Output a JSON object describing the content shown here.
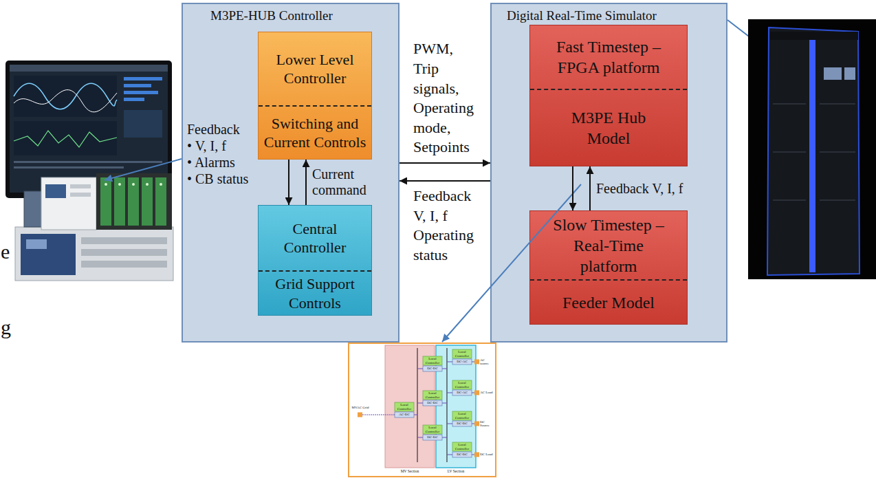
{
  "diagram": {
    "nodes": [
      {
        "text": [
          "M3PE-HUB Controller"
        ]
      },
      {
        "text": [
          "Lower Level Controller",
          "Switching and Current Controls"
        ],
        "in": 0
      },
      {
        "text": [
          "Central Controller",
          "Grid Support Controls"
        ],
        "in": 0
      },
      {
        "text": [
          "Digital Real-Time Simulator"
        ]
      },
      {
        "text": [
          "Fast Timestep – FPGA platform",
          "M3PE Hub Model"
        ],
        "in": 3
      },
      {
        "text": [
          "Slow Timestep – Real-Time platform",
          "Feeder Model"
        ],
        "in": 3
      }
    ],
    "edges": [
      {
        "from": 1,
        "to": 2,
        "arrow": "to"
      },
      {
        "from": 2,
        "to": 1,
        "label": "Current command",
        "arrow": "to"
      },
      {
        "from": 0,
        "to": 3,
        "label": "PWM, Trip signals, Operating mode, Setpoints",
        "arrow": "to"
      },
      {
        "from": 3,
        "to": 0,
        "label": "Feedback V, I, f Operating status",
        "arrow": "to"
      },
      {
        "from": 4,
        "to": 5,
        "arrow": "to"
      },
      {
        "from": 5,
        "to": 4,
        "label": "Feedback V, I, f",
        "arrow": "to"
      }
    ],
    "labels": [
      "Feedback",
      "• V, I, f",
      "• Alarms",
      "• CB status",
      "e",
      "g",
      "MVAC Grid",
      "AC-DC",
      "DC-DC",
      "DC-DC",
      "DC-DC",
      "DC-AC",
      "DC-AC",
      "DC-DC",
      "DC-DC",
      "Local Controller",
      "Local Controller",
      "Local Controller",
      "Local Controller",
      "Local Controller",
      "Local Controller",
      "Local Controller",
      "Local Controller",
      "AC source",
      "AC Load",
      "DC Source",
      "DC Load",
      "MV Section",
      "LV Section"
    ]
  }
}
